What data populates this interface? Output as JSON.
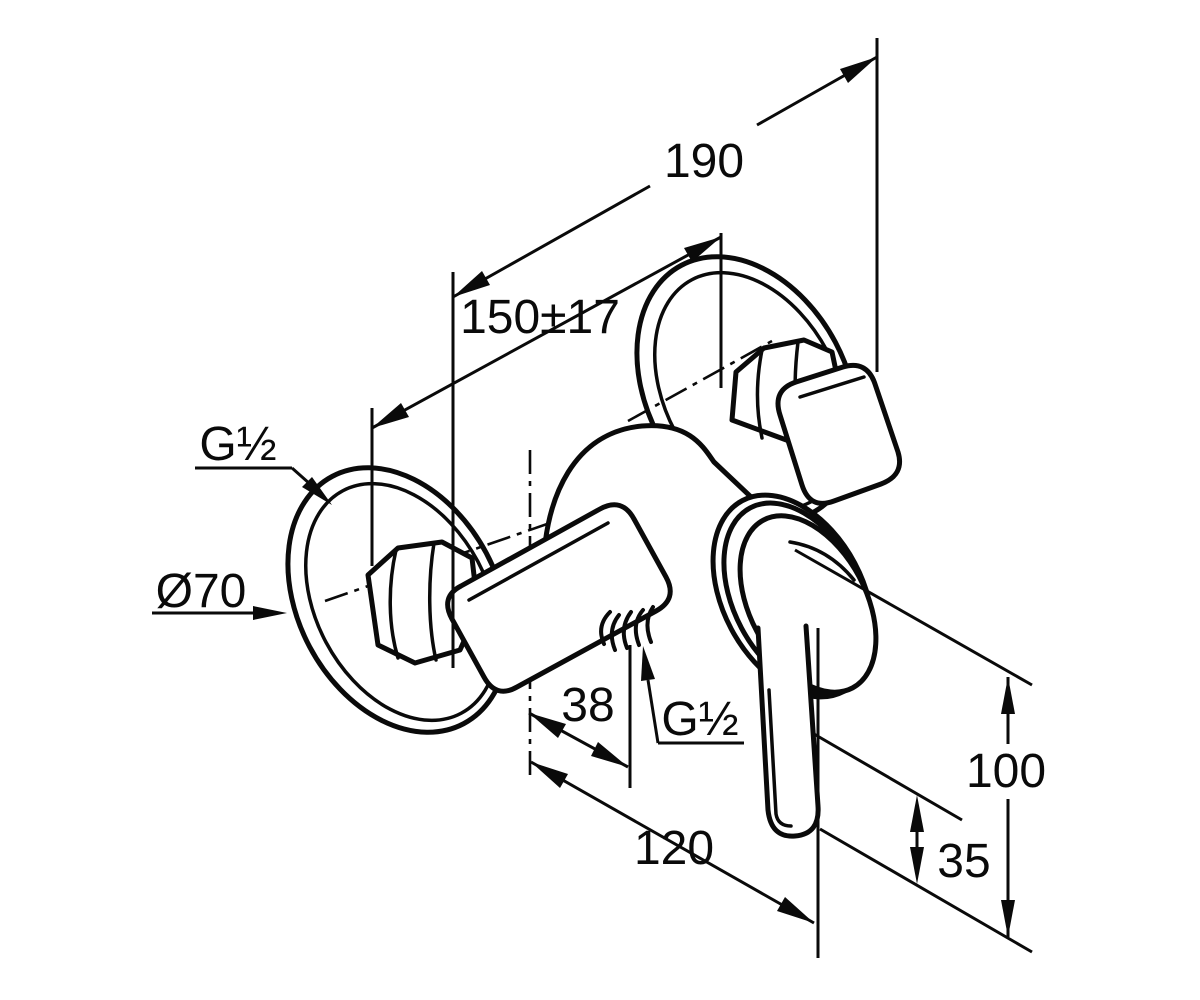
{
  "drawing": {
    "subject": "shower mixer tap technical drawing",
    "background_color": "#ffffff",
    "line_color": "#0a0a0a"
  },
  "dimensions": {
    "overall_width": {
      "label": "190",
      "value": 190
    },
    "connection_spread": {
      "label": "150±17",
      "value": 150,
      "tolerance": 17
    },
    "wall_thread": {
      "label": "G½"
    },
    "escutcheon_diameter": {
      "label": "Ø70",
      "value": 70
    },
    "outlet_offset": {
      "label": "38",
      "value": 38
    },
    "outlet_thread": {
      "label": "G½"
    },
    "lever_projection": {
      "label": "120",
      "value": 120
    },
    "body_height": {
      "label": "100",
      "value": 100
    },
    "outlet_drop": {
      "label": "35",
      "value": 35
    }
  }
}
